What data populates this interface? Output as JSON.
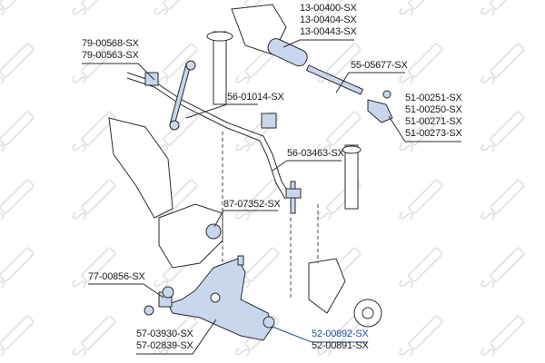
{
  "watermark": "STELLOX",
  "colors": {
    "part_fill": "#c9d7ee",
    "part_stroke": "#2a2a2a",
    "highlight_label": "#1f4fa0",
    "watermark": "#e4e4e4"
  },
  "labels": {
    "steering_rack": [
      "13-00400-SX",
      "13-00404-SX",
      "13-00443-SX"
    ],
    "stabilizer_bushing": [
      "79-00568-SX",
      "79-00563-SX"
    ],
    "tie_rod": [
      "55-05677-SX"
    ],
    "stabilizer_link_left": [
      "56-01014-SX"
    ],
    "tie_rod_end": [
      "51-00251-SX",
      "51-00250-SX",
      "51-00271-SX",
      "51-00273-SX"
    ],
    "stabilizer_link_right": [
      "56-03463-SX"
    ],
    "engine_mount": [
      "87-07352-SX"
    ],
    "arm_bushing": [
      "77-00856-SX"
    ],
    "control_arm": [
      "57-03930-SX",
      "57-02839-SX"
    ],
    "ball_joint": [
      "52-00892-SX",
      "52-00891-SX"
    ]
  }
}
